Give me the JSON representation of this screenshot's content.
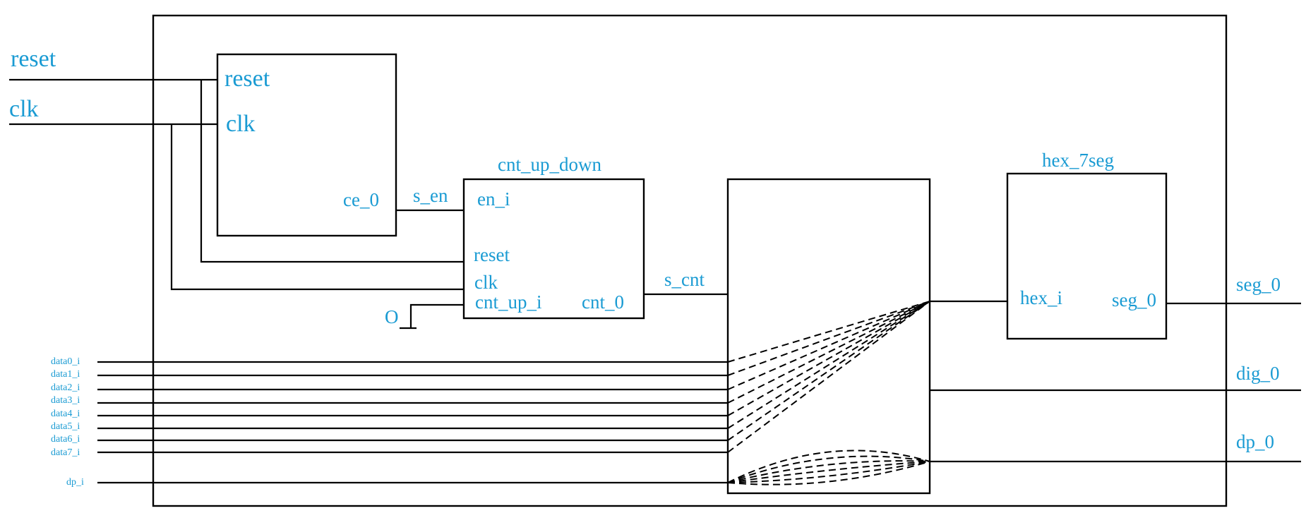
{
  "inputs": {
    "reset": "reset",
    "clk": "clk",
    "data0": "data0_i",
    "data1": "data1_i",
    "data2": "data2_i",
    "data3": "data3_i",
    "data4": "data4_i",
    "data5": "data5_i",
    "data6": "data6_i",
    "data7": "data7_i",
    "dp": "dp_i"
  },
  "clock_enable": {
    "reset_port": "reset",
    "clk_port": "clk",
    "ce_port": "ce_0"
  },
  "counter": {
    "title": "cnt_up_down",
    "en_port": "en_i",
    "reset_port": "reset",
    "clk_port": "clk",
    "dir_port": "cnt_up_i",
    "cnt_port": "cnt_0",
    "ground": "O"
  },
  "signals": {
    "s_en": "s_en",
    "s_cnt": "s_cnt"
  },
  "decoder": {
    "title": "hex_7seg",
    "hex_port": "hex_i",
    "seg_port": "seg_0"
  },
  "outputs": {
    "seg": "seg_0",
    "dig": "dig_0",
    "dp": "dp_0"
  },
  "colors": {
    "label": "#1a9bd3",
    "line": "#000000"
  }
}
